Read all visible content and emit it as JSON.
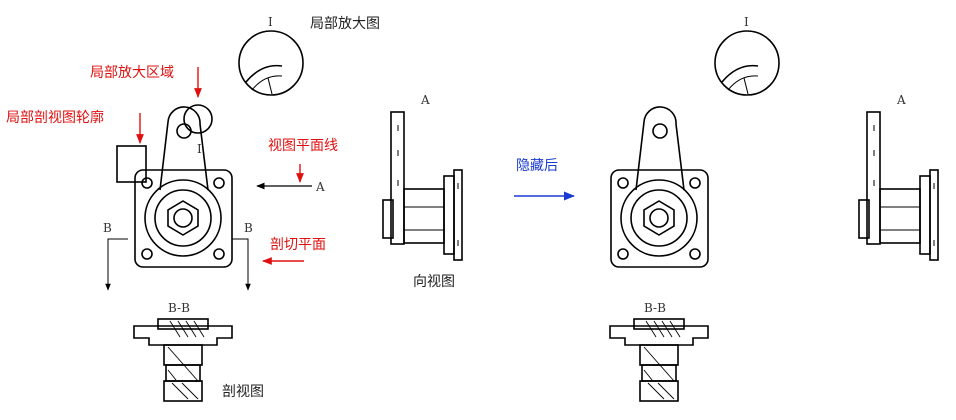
{
  "labels": {
    "detail_title": "局部放大图",
    "detail_region": "局部放大区域",
    "section_outline": "局部剖视图轮廓",
    "view_plane_line": "视图平面线",
    "cut_plane": "剖切平面",
    "direction_view": "向视图",
    "section_view": "剖视图",
    "after_hide": "隐藏后"
  },
  "marks": {
    "detail_roman": "I",
    "view_letter": "A",
    "section_letter": "B",
    "section_name": "B-B"
  },
  "colors": {
    "annotation": "#e01010",
    "transition": "#1a3ad0",
    "drawing": "#000000"
  }
}
